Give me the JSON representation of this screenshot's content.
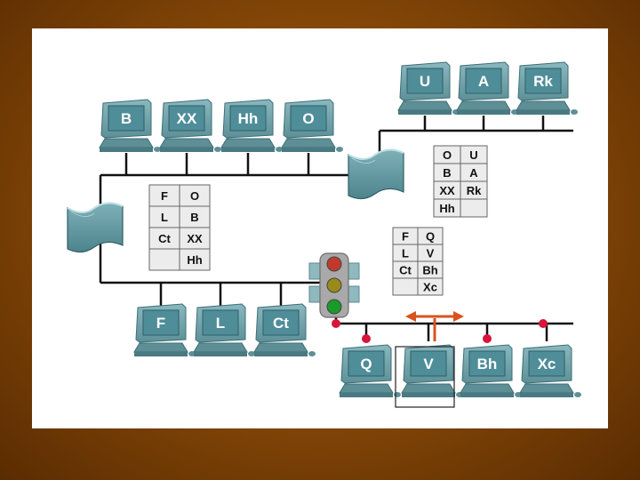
{
  "colors": {
    "background": "#8a4a08",
    "wire": "#111111",
    "monitor_body": "#6fa3ab",
    "monitor_screen": "#4f8d99",
    "switch_body": "#5f9aa3",
    "arrow": "#d9531e",
    "port_dot": "#d8143a",
    "table_fill": "#ececec"
  },
  "computers": [
    {
      "id": "B",
      "label": "B"
    },
    {
      "id": "XX",
      "label": "XX"
    },
    {
      "id": "Hh",
      "label": "Hh"
    },
    {
      "id": "O",
      "label": "O"
    },
    {
      "id": "U",
      "label": "U"
    },
    {
      "id": "A",
      "label": "A"
    },
    {
      "id": "Rk",
      "label": "Rk"
    },
    {
      "id": "F",
      "label": "F"
    },
    {
      "id": "L",
      "label": "L"
    },
    {
      "id": "Ct",
      "label": "Ct"
    },
    {
      "id": "Q",
      "label": "Q"
    },
    {
      "id": "V",
      "label": "V",
      "selected": true
    },
    {
      "id": "Bh",
      "label": "Bh"
    },
    {
      "id": "Xc",
      "label": "Xc"
    }
  ],
  "tables": {
    "left": [
      [
        "F",
        "O"
      ],
      [
        "L",
        "B"
      ],
      [
        "Ct",
        "XX"
      ],
      [
        "",
        "Hh"
      ]
    ],
    "top_right": [
      [
        "O",
        "U"
      ],
      [
        "B",
        "A"
      ],
      [
        "XX",
        "Rk"
      ],
      [
        "Hh",
        ""
      ]
    ],
    "middle": [
      [
        "F",
        "Q"
      ],
      [
        "L",
        "V"
      ],
      [
        "Ct",
        "Bh"
      ],
      [
        "",
        "Xc"
      ]
    ]
  },
  "devices": [
    {
      "id": "bridge-left",
      "icon": "bridge-icon"
    },
    {
      "id": "bridge-right",
      "icon": "bridge-icon"
    },
    {
      "id": "traffic-light",
      "icon": "traffic-light-icon",
      "lights": [
        "#c0392b",
        "#9a8a1a",
        "#1a9a2a"
      ]
    }
  ]
}
